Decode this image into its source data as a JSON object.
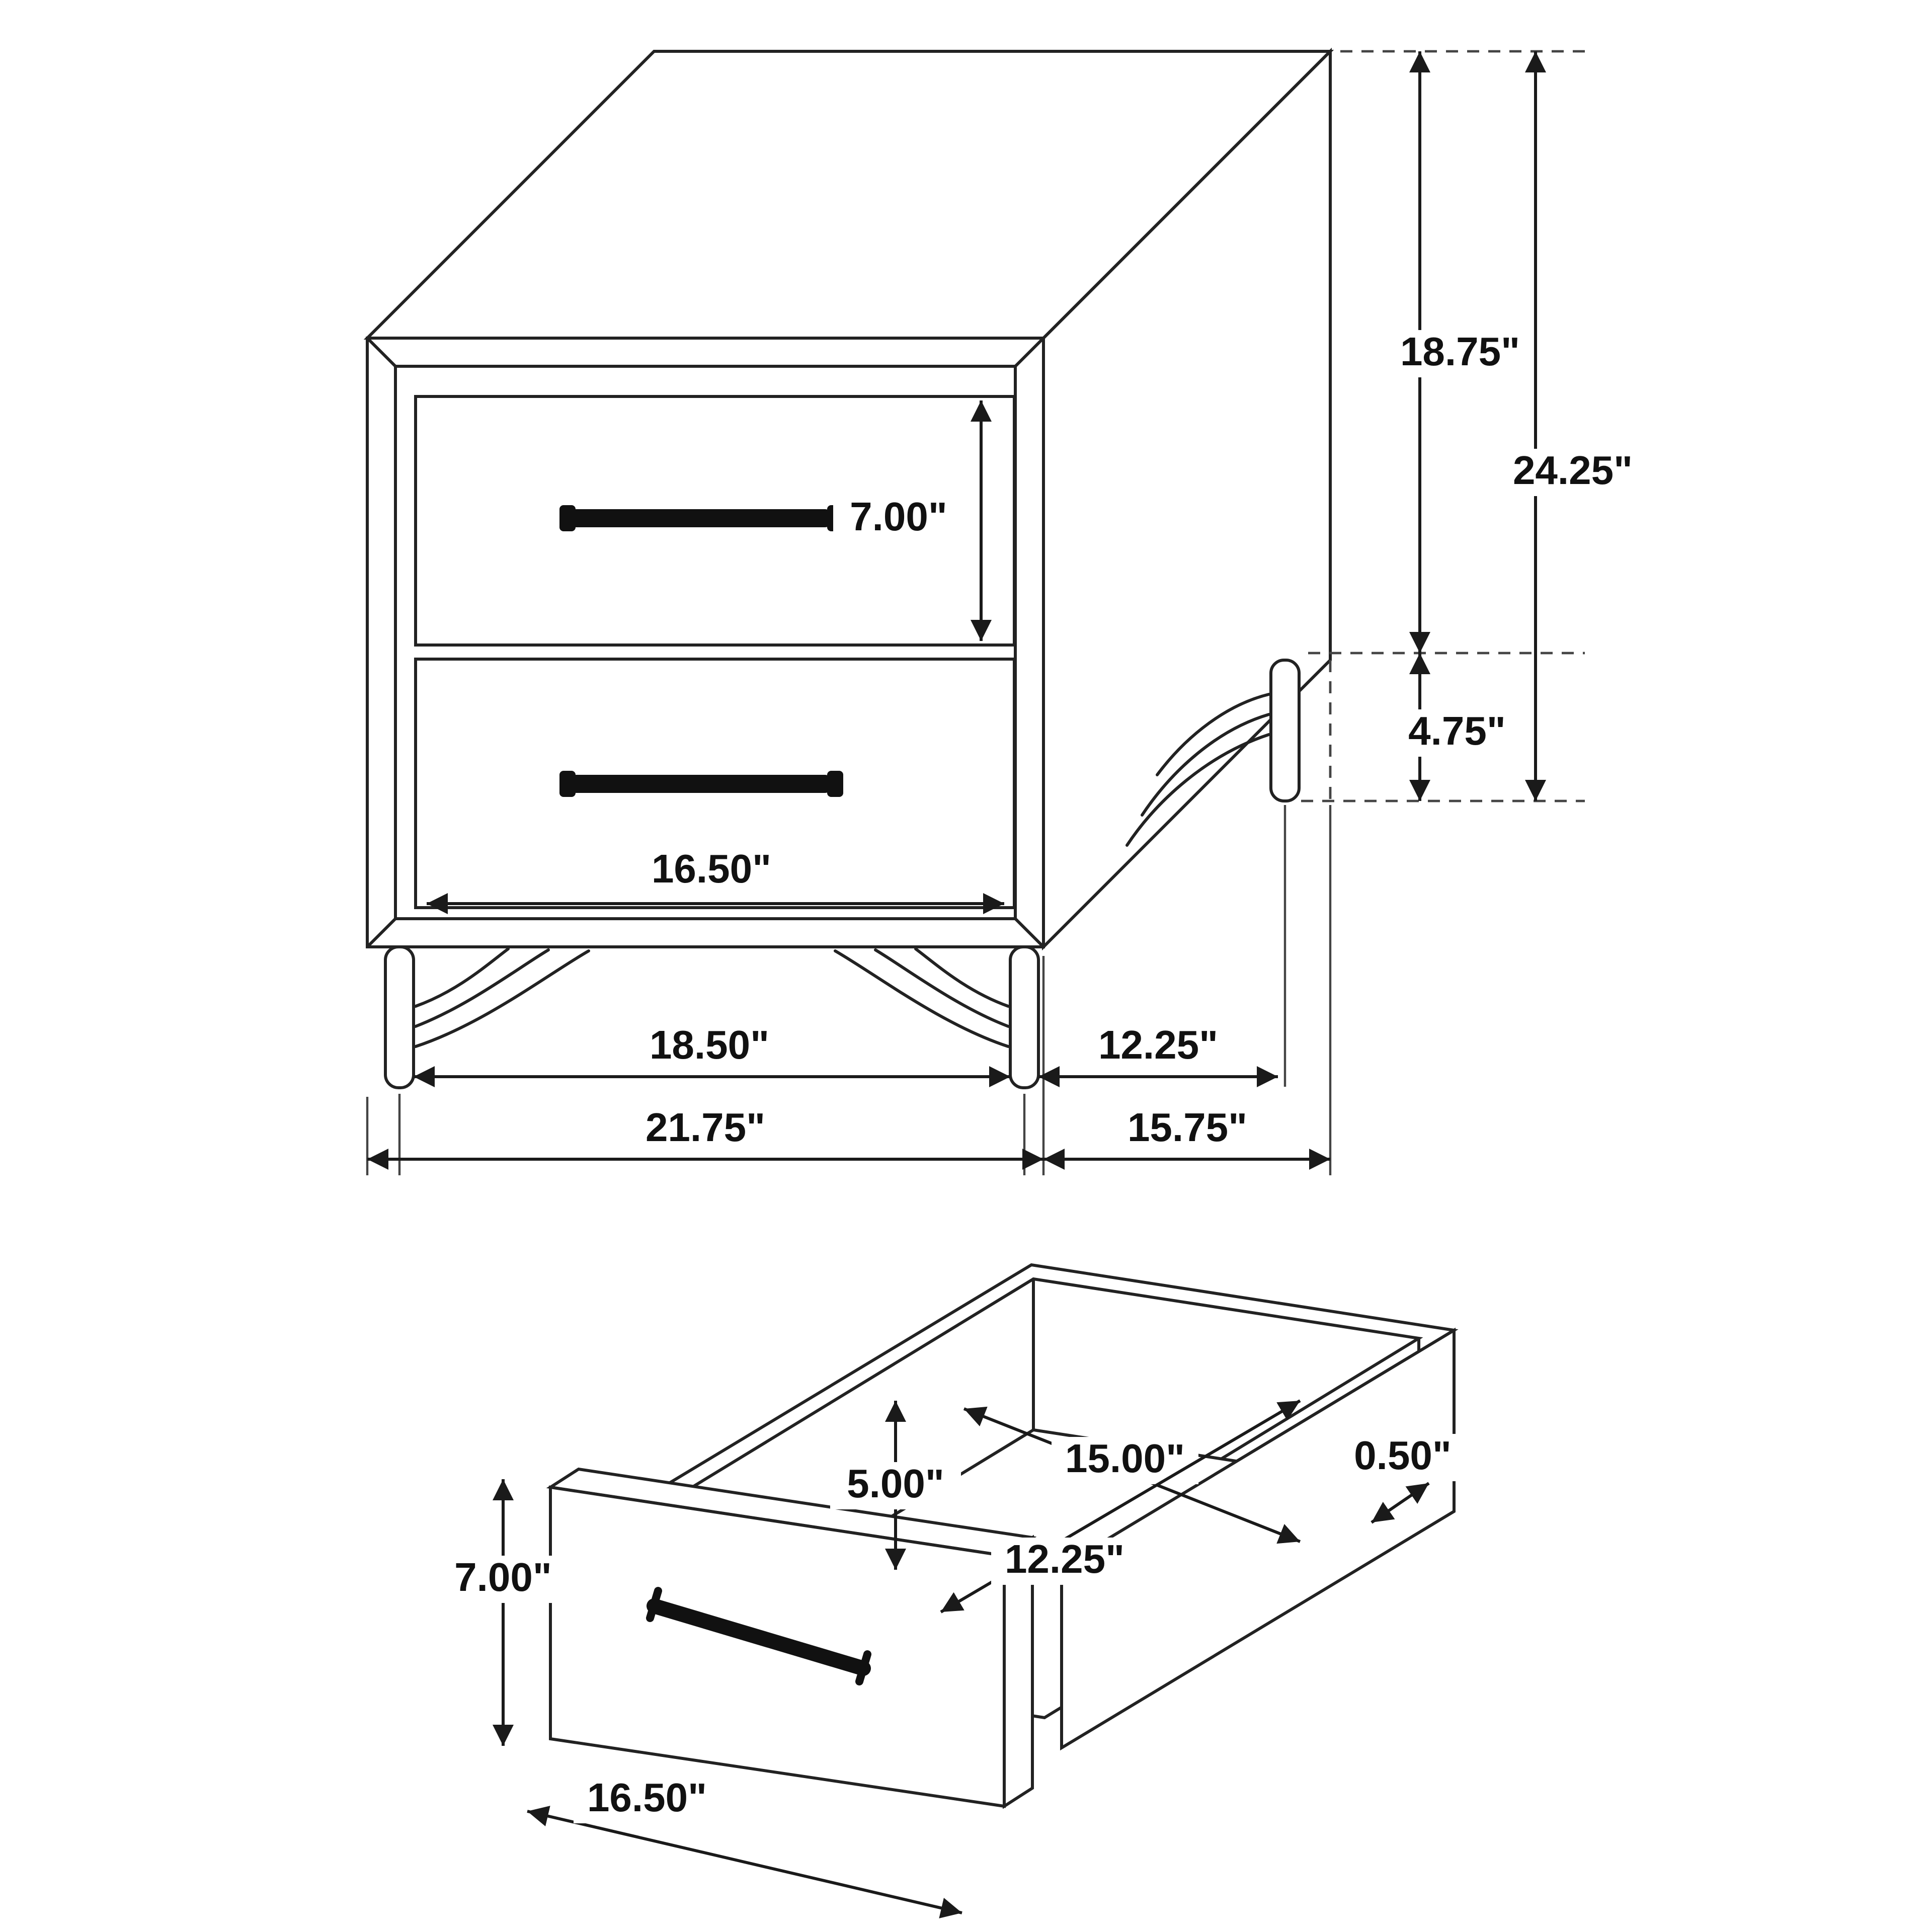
{
  "page": {
    "background": "#ffffff",
    "line_color": "#222222"
  },
  "nightstand": {
    "name": "two-drawer nightstand dimension diagram",
    "dims": {
      "side_height": "18.75\"",
      "total_height": "24.25\"",
      "drawer_front_height": "7.00\"",
      "leg_height": "4.75\"",
      "drawer_opening_width": "16.50\"",
      "front_leg_span": "18.50\"",
      "side_leg_span": "12.25\"",
      "total_width": "21.75\"",
      "total_depth": "15.75\""
    }
  },
  "drawer": {
    "name": "open drawer box dimension diagram",
    "dims": {
      "front_height": "7.00\"",
      "inner_height": "5.00\"",
      "inner_width": "15.00\"",
      "panel_thickness": "0.50\"",
      "inner_depth": "12.25\"",
      "front_width": "16.50\""
    }
  }
}
